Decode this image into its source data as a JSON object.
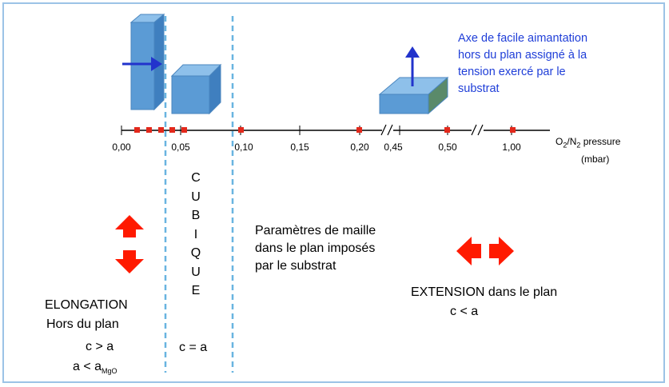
{
  "annotation": {
    "lines": [
      "Axe de facile aimantation",
      "hors du plan assigné à la",
      "tension exercé par le",
      "substrat"
    ]
  },
  "axis": {
    "ticks": [
      "0,00",
      "0,05",
      "0,10",
      "0,15",
      "0,20",
      "0,45",
      "0,50",
      "1,00"
    ],
    "label_main": "O",
    "label_sub1": "2",
    "label_mid": "/N",
    "label_sub2": "2",
    "label_rest": " pressure",
    "unit": "(mbar)"
  },
  "cubic": {
    "letters": [
      "C",
      "U",
      "B",
      "I",
      "Q",
      "U",
      "E"
    ],
    "relation": "c = a"
  },
  "left_region": {
    "title1": "ELONGATION",
    "title2": "Hors du plan",
    "rel1": "c > a",
    "rel2_main": "a < a",
    "rel2_sub": "MgO"
  },
  "middle_region": {
    "lines": [
      "Paramètres de maille",
      "dans le plan imposés",
      "par le substrat"
    ]
  },
  "right_region": {
    "title": "EXTENSION dans le plan",
    "relation": "c < a"
  },
  "colors": {
    "marker": "#e3281b",
    "arrow_red": "#ff1a00",
    "cube": "#5b9bd5",
    "dashed": "#69b4e0",
    "annotation_text": "#1f3ed8"
  }
}
